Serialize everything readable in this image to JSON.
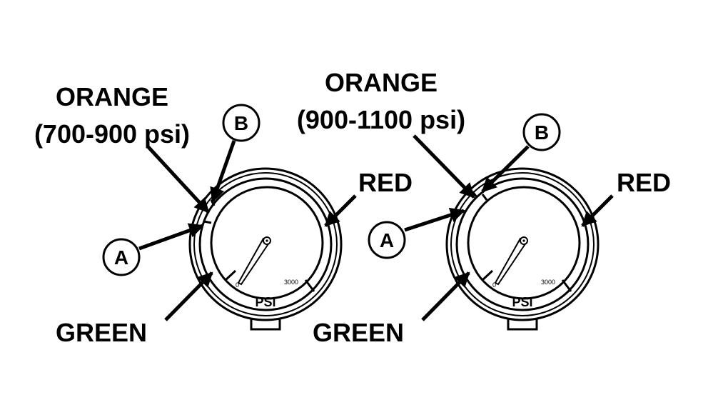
{
  "left": {
    "orange_title": "ORANGE",
    "orange_range": "(700-900 psi)",
    "red": "RED",
    "green": "GREEN",
    "callout_a": "A",
    "callout_b": "B",
    "dial_unit": "PSI",
    "scale_min": "0",
    "scale_max": "3000"
  },
  "right": {
    "orange_title": "ORANGE",
    "orange_range": "(900-1100 psi)",
    "red": "RED",
    "green": "GREEN",
    "callout_a": "A",
    "callout_b": "B",
    "dial_unit": "PSI",
    "scale_min": "0",
    "scale_max": "3000"
  },
  "colors": {
    "ink": "#000000",
    "paper": "#ffffff"
  }
}
